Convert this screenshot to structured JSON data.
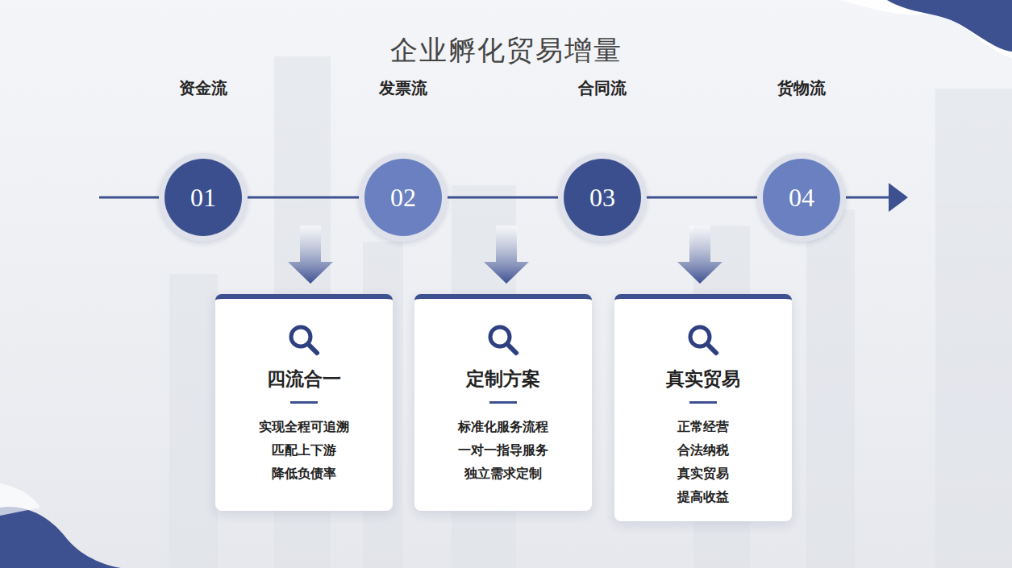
{
  "diagram": {
    "title": "企业孵化贸易增量",
    "nodes": [
      {
        "text": [
          "资金流",
          "01"
        ]
      },
      {
        "text": [
          "发票流",
          "02"
        ]
      },
      {
        "text": [
          "合同流",
          "03"
        ]
      },
      {
        "text": [
          "货物流",
          "04"
        ]
      },
      {
        "text": [
          "四流合一",
          "实现全程可追溯",
          "匹配上下游",
          "降低负债率"
        ]
      },
      {
        "text": [
          "定制方案",
          "标准化服务流程",
          "一对一指导服务",
          "独立需求定制"
        ]
      },
      {
        "text": [
          "真实贸易",
          "正常经营",
          "合法纳税",
          "真实贸易",
          "提高收益"
        ]
      }
    ],
    "edges": [
      {
        "from": 0,
        "to": 1,
        "arrow": "none"
      },
      {
        "from": 1,
        "to": 2,
        "arrow": "none"
      },
      {
        "from": 2,
        "to": 3,
        "arrow": "none"
      }
    ]
  }
}
